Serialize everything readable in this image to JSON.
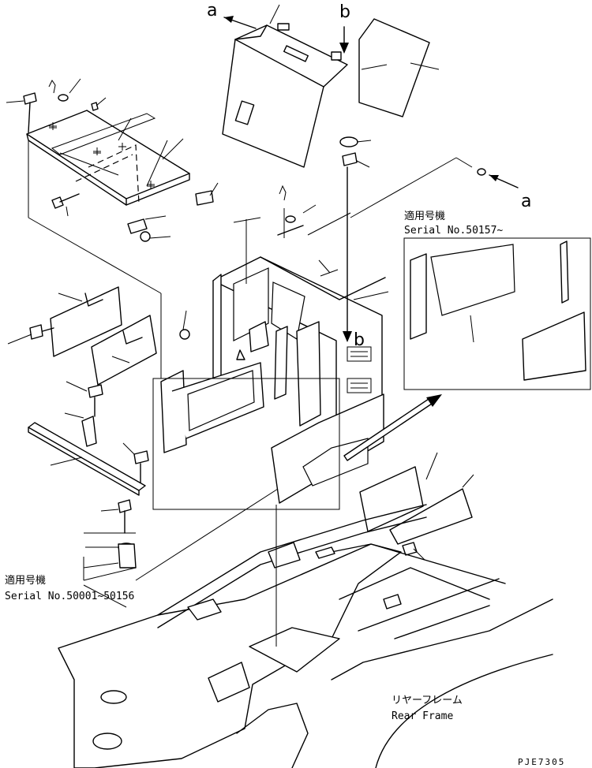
{
  "callouts": {
    "a_top": "a",
    "b_top": "b",
    "a_right": "a",
    "b_center": "b"
  },
  "inset_right": {
    "heading": "適用号機",
    "serial": "Serial No.50157~"
  },
  "note_left": {
    "heading": "適用号機",
    "serial": "Serial No.50001~50156"
  },
  "rear_frame": {
    "jp": "リヤーフレーム",
    "en": "Rear Frame"
  },
  "drawing_code": "PJE7305"
}
